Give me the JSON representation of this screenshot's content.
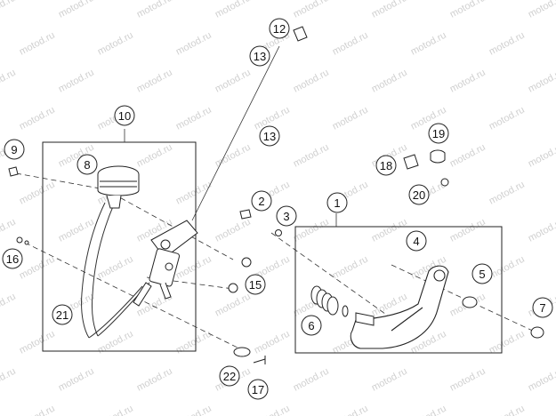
{
  "diagram": {
    "watermark": "motod.ru",
    "callouts": [
      {
        "label": "1"
      },
      {
        "label": "2"
      },
      {
        "label": "3"
      },
      {
        "label": "4"
      },
      {
        "label": "5"
      },
      {
        "label": "6"
      },
      {
        "label": "7"
      },
      {
        "label": "8"
      },
      {
        "label": "9"
      },
      {
        "label": "10"
      },
      {
        "label": "12"
      },
      {
        "label": "13"
      },
      {
        "label": "13"
      },
      {
        "label": "15"
      },
      {
        "label": "16"
      },
      {
        "label": "17"
      },
      {
        "label": "18"
      },
      {
        "label": "19"
      },
      {
        "label": "20"
      },
      {
        "label": "21"
      },
      {
        "label": "22"
      }
    ]
  }
}
